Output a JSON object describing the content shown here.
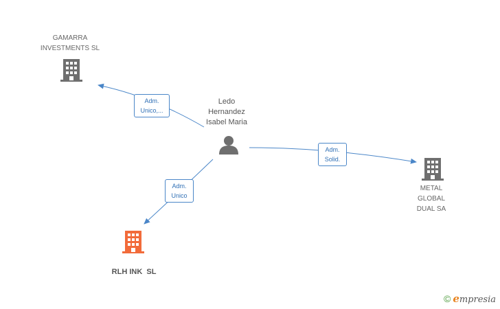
{
  "nodes": {
    "person": {
      "line1": "Ledo",
      "line2": "Hernandez",
      "line3": "Isabel Maria",
      "icon": "person-icon",
      "color": "#666666"
    },
    "gamarra": {
      "line1": "GAMARRA",
      "line2": "INVESTMENTS SL",
      "icon": "building-icon",
      "color": "#666666"
    },
    "metal": {
      "line1": "METAL",
      "line2": "GLOBAL",
      "line3": "DUAL SA",
      "icon": "building-icon",
      "color": "#666666"
    },
    "rlh": {
      "line1": "RLH INK  SL",
      "icon": "building-icon",
      "color": "#f26b3a"
    }
  },
  "edges": {
    "gamarra": {
      "line1": "Adm.",
      "line2": "Unico,..."
    },
    "metal": {
      "line1": "Adm.",
      "line2": "Solid."
    },
    "rlh": {
      "line1": "Adm.",
      "line2": "Unico"
    }
  },
  "footer": {
    "copyright": "©",
    "brand_initial": "e",
    "brand_rest": "mpresia"
  },
  "colors": {
    "edge": "#4a86c8",
    "accent": "#f26b3a"
  }
}
